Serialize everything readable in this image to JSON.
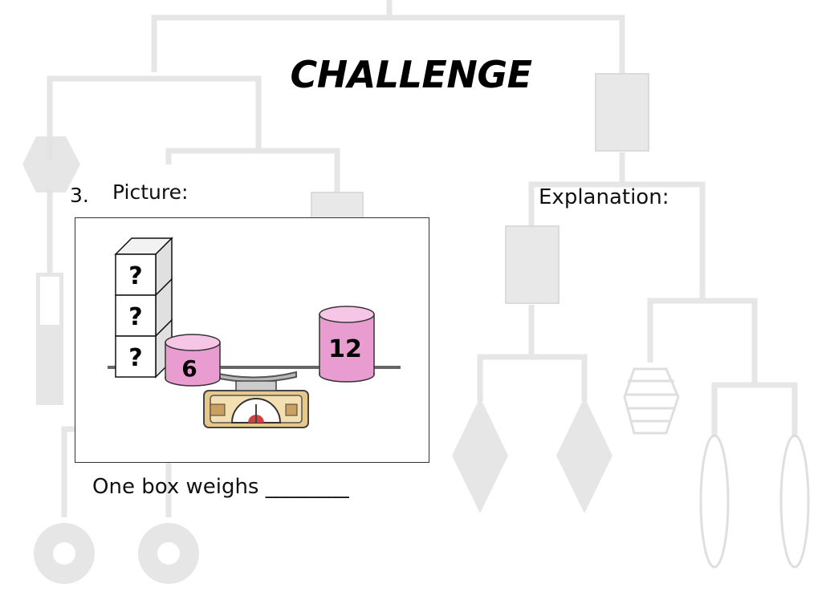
{
  "slide": {
    "title": "CHALLENGE",
    "question_number": "3.",
    "picture_label": "Picture:",
    "explanation_label": "Explanation:",
    "answer_prompt": "One box weighs ________"
  },
  "scene": {
    "box_marks": [
      "?",
      "?",
      "?"
    ],
    "left_weight_label": "6",
    "right_weight_label": "12"
  },
  "colors": {
    "background_decor": "#d9d9d9",
    "weight_pink": "#e89cd0",
    "scale_tan": "#e8c88a"
  }
}
